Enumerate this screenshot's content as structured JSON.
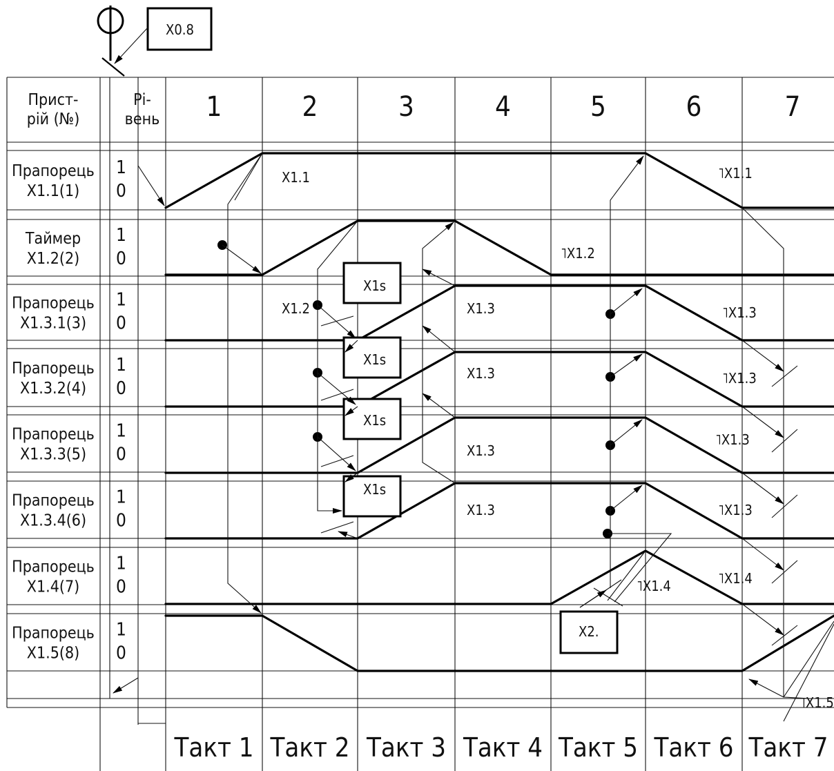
{
  "root_symbol": "Ф",
  "root_label": "X0.8",
  "header": {
    "device_col": "Прист-\nрій (№)",
    "level_col": "Рі-\nвень",
    "step_numbers": [
      "1",
      "2",
      "3",
      "4",
      "5",
      "6",
      "7"
    ]
  },
  "rows": [
    {
      "device": "Прапорець\nX1.1(1)",
      "hi": "1",
      "lo": "0"
    },
    {
      "device": "Таймер\nX1.2(2)",
      "hi": "1",
      "lo": "0"
    },
    {
      "device": "Прапорець\nX1.3.1(3)",
      "hi": "1",
      "lo": "0"
    },
    {
      "device": "Прапорець\nX1.3.2(4)",
      "hi": "1",
      "lo": "0"
    },
    {
      "device": "Прапорець\nX1.3.3(5)",
      "hi": "1",
      "lo": "0"
    },
    {
      "device": "Прапорець\nX1.3.4(6)",
      "hi": "1",
      "lo": "0"
    },
    {
      "device": "Прапорець\nX1.4(7)",
      "hi": "1",
      "lo": "0"
    },
    {
      "device": "Прапорець\nX1.5(8)",
      "hi": "1",
      "lo": "0"
    }
  ],
  "signal_labels": {
    "x11": "X1.1",
    "nx11": "˥X1.1",
    "nx12": "˥X1.2",
    "x12": "X1.2",
    "x13": "X1.3",
    "nx13": "˥X1.3",
    "nx14": "˥X1.4",
    "nx15": "˥X1.5",
    "x1s": "X1s",
    "x2": "X2."
  },
  "takts": [
    "Такт 1",
    "Такт 2",
    "Такт 3",
    "Такт 4",
    "Такт 5",
    "Такт 6",
    "Такт 7"
  ]
}
